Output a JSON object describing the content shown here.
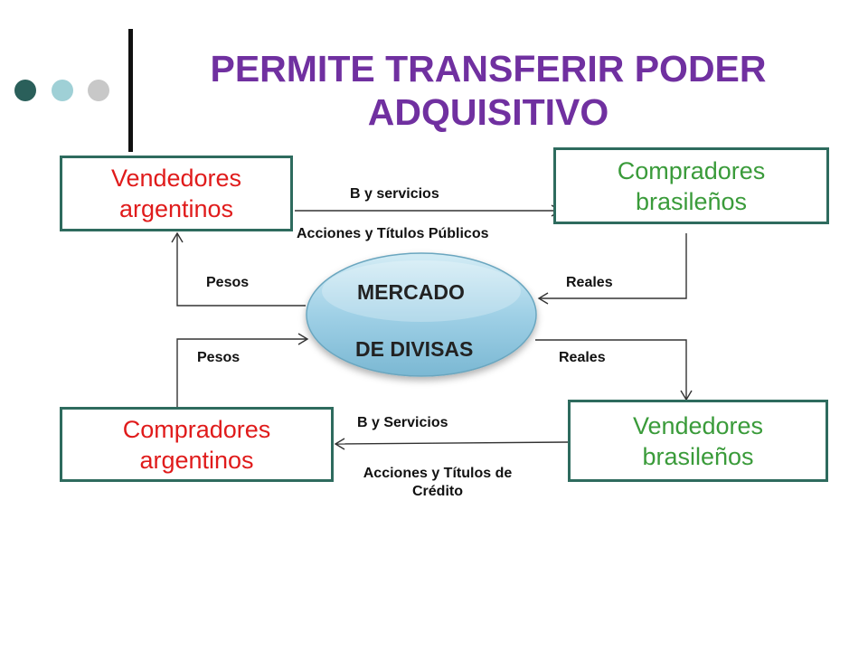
{
  "slide": {
    "title": "PERMITE TRANSFERIR PODER ADQUISITIVO"
  },
  "boxes": {
    "sellers_argentina": "Vendedores argentinos",
    "buyers_brazil": "Compradores brasileños",
    "buyers_argentina": "Compradores argentinos",
    "sellers_brazil": "Vendedores brasileños"
  },
  "market": {
    "line1": "MERCADO",
    "line2": "DE DIVISAS"
  },
  "flows": {
    "top_goods": "B y servicios",
    "top_assets": "Acciones y Títulos Públicos",
    "pesos_top": "Pesos",
    "reales_top": "Reales",
    "pesos_bottom": "Pesos",
    "reales_bottom": "Reales",
    "bottom_goods": "B y Servicios",
    "bottom_assets": "Acciones y Títulos de Crédito"
  },
  "colors": {
    "title": "#7030a0",
    "box_border": "#2e6b5e",
    "argentina_text": "#e01b1b",
    "brazil_text": "#3a9b3a",
    "ellipse_fill": "#8ec6df"
  }
}
